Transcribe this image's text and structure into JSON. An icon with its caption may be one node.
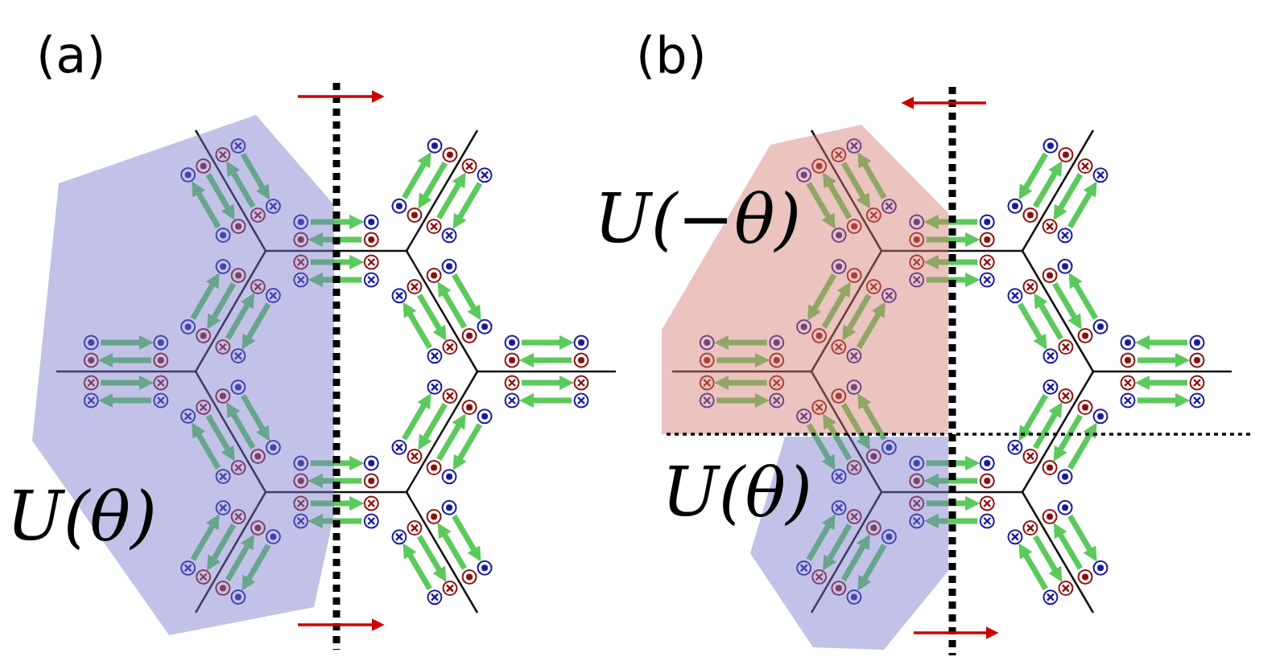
{
  "diagram": {
    "labels": [
      "(a)",
      "U(θ)",
      "(b)",
      "U(−θ)",
      "U(θ)"
    ]
  }
}
